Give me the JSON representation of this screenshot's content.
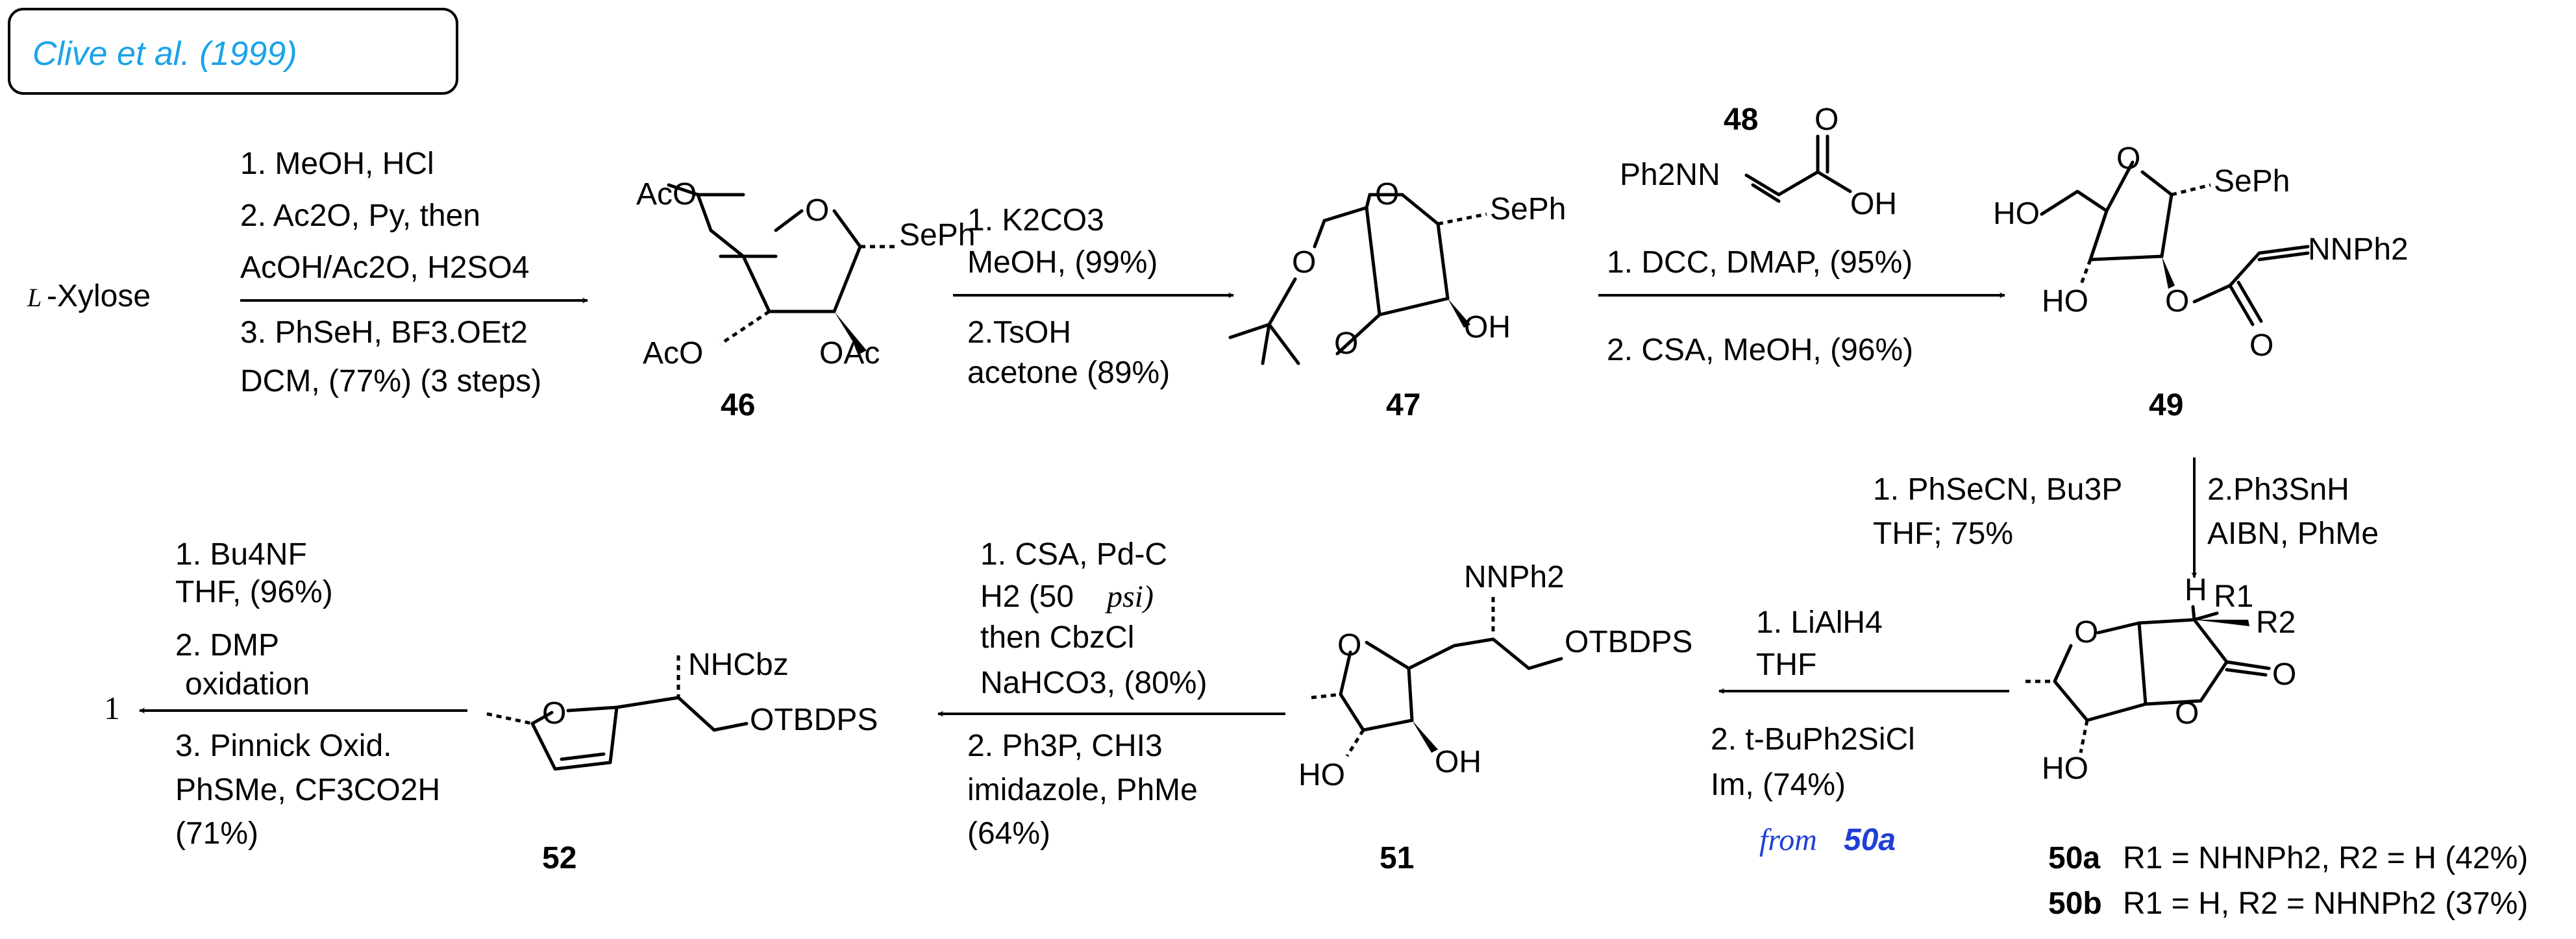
{
  "citation": "Clive et al. (1999)",
  "final_product": "1",
  "start": {
    "prefix": "L",
    "name": "-Xylose"
  },
  "compounds": {
    "c46": {
      "label": "46",
      "acO_top": "AcO",
      "seph": "SePh",
      "acO_left": "AcO",
      "oac": "OAc",
      "ring_o": "O"
    },
    "c47": {
      "label": "47",
      "seph": "SePh",
      "oh": "OH",
      "ring_o": "O",
      "o_top": "O",
      "o_bot": "O"
    },
    "c48": {
      "label": "48",
      "ph2nn": "Ph2NN",
      "oh": "OH",
      "o": "O"
    },
    "c49": {
      "label": "49",
      "ho_top": "HO",
      "seph": "SePh",
      "nnph2": "NNPh2",
      "ho_bot": "HO",
      "o_ester": "O",
      "o_keto": "O",
      "ring_o": "O"
    },
    "c50": {
      "h": "H",
      "r1": "R1",
      "r2": "R2",
      "o_left": "O",
      "o_right": "O",
      "o_keto": "O",
      "ho": "HO"
    },
    "c50_legend": [
      {
        "label": "50a",
        "text": "R1 = NHNPh2, R2 = H (42%)"
      },
      {
        "label": "50b",
        "text": "R1 = H, R2 = NHNPh2 (37%)"
      }
    ],
    "c51": {
      "label": "51",
      "nnph2": "NNPh2",
      "otbdps": "OTBDPS",
      "ho": "HO",
      "oh": "OH",
      "ring_o": "O"
    },
    "c52": {
      "label": "52",
      "nhcbz": "NHCbz",
      "otbdps": "OTBDPS",
      "ring_o": "O"
    }
  },
  "steps": {
    "s1": {
      "above": [
        "1. MeOH, HCl",
        "2. Ac2O, Py, then",
        "AcOH/Ac2O, H2SO4"
      ],
      "below": [
        "3. PhSeH, BF3.OEt2",
        "DCM, (77%) (3 steps)"
      ]
    },
    "s2": {
      "above": [
        "1. K2CO3",
        "MeOH, (99%)"
      ],
      "below": [
        "2.TsOH",
        "acetone (89%)"
      ]
    },
    "s3": {
      "above": [
        "1. DCC, DMAP, (95%)"
      ],
      "below": [
        "2. CSA, MeOH, (96%)"
      ]
    },
    "s4": {
      "left": [
        "1. PhSeCN, Bu3P",
        "THF; 75%"
      ],
      "right": [
        "2.Ph3SnH",
        "AIBN, PhMe"
      ]
    },
    "s5": {
      "above": [
        "1. LiAlH4",
        "THF"
      ],
      "below": [
        "2. t-BuPh2SiCl",
        "Im, (74%)"
      ],
      "from_word": "from",
      "from_label": "50a"
    },
    "s6": {
      "above": [
        "1. CSA, Pd-C",
        "H2 (50",
        "psi)",
        "then CbzCl",
        "NaHCO3, (80%)"
      ],
      "below": [
        "2. Ph3P, CHI3",
        "imidazole, PhMe",
        "(64%)"
      ]
    },
    "s7": {
      "above": [
        "1. Bu4NF",
        "THF, (96%)",
        "2. DMP",
        "oxidation"
      ],
      "below": [
        "3. Pinnick Oxid.",
        "PhSMe, CF3CO2H",
        "(71%)"
      ]
    }
  }
}
